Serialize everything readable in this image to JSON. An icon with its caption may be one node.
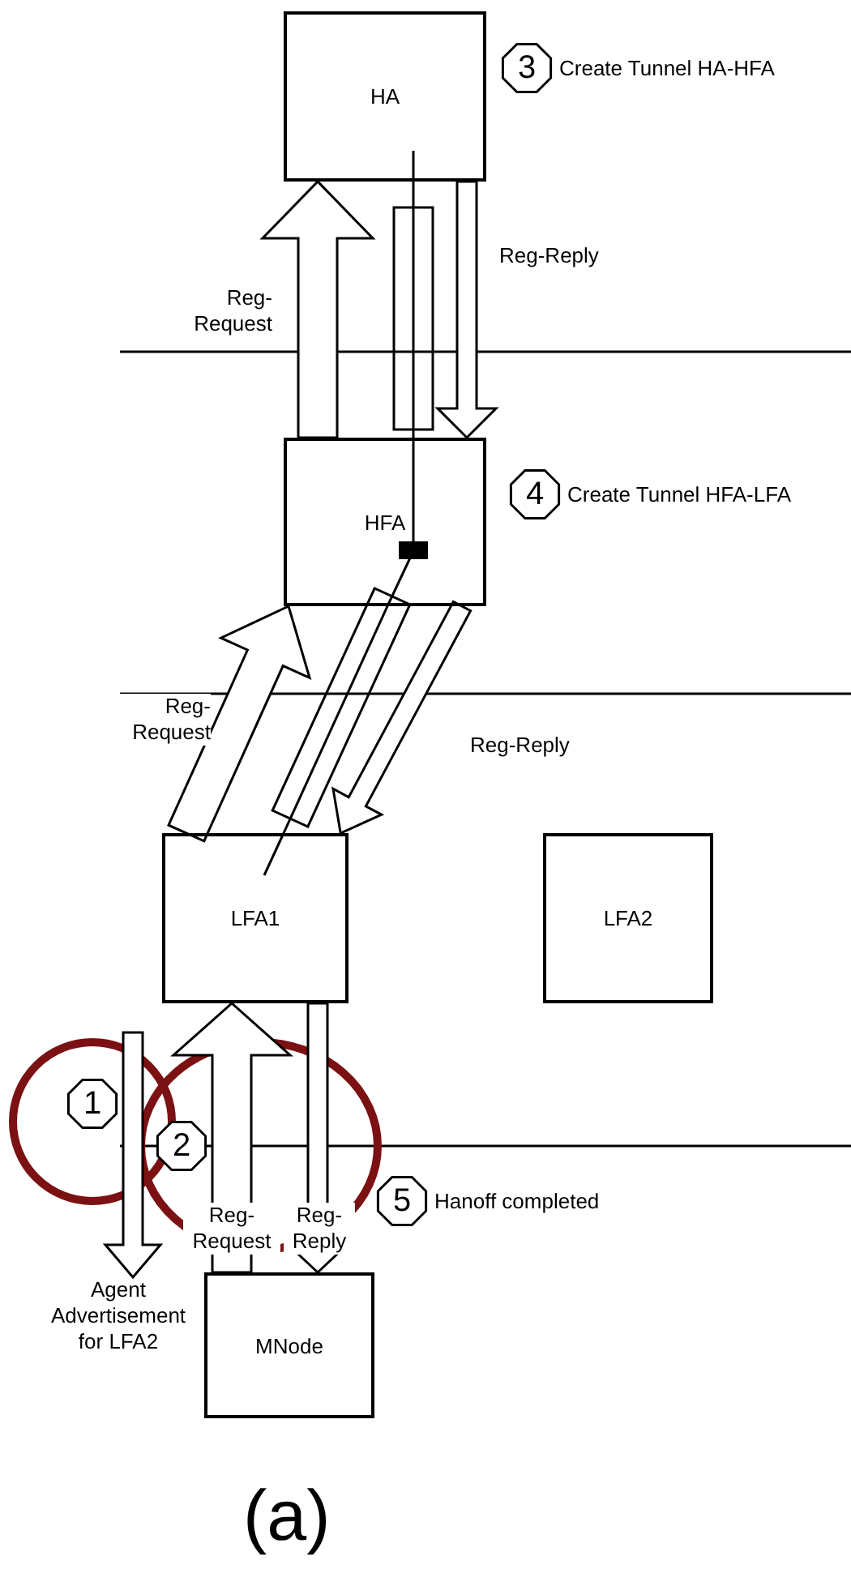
{
  "diagram": {
    "caption": "(a)",
    "nodes": [
      {
        "text": [
          "HA"
        ]
      },
      {
        "text": [
          "3"
        ],
        "beside": [
          "Create Tunnel HA-HFA"
        ]
      },
      {
        "text": [
          "HFA"
        ]
      },
      {
        "text": [
          "4"
        ],
        "beside": [
          "Create Tunnel HFA-LFA"
        ]
      },
      {
        "text": [
          "LFA1"
        ]
      },
      {
        "text": [
          "LFA2"
        ]
      },
      {
        "text": [
          "1"
        ]
      },
      {
        "text": [
          "2"
        ]
      },
      {
        "text": [
          "5"
        ],
        "beside": [
          "Hanoff completed"
        ]
      },
      {
        "text": [
          "Agent Advertisement for LFA2"
        ]
      },
      {
        "text": [
          "MNode"
        ]
      }
    ],
    "edges": [
      {
        "from": 2,
        "to": 0,
        "arrow": "to",
        "label": "Reg-Request"
      },
      {
        "from": 0,
        "to": 2,
        "arrow": "to",
        "label": "Reg-Reply"
      },
      {
        "from": 0,
        "to": 2,
        "arrow": "none"
      },
      {
        "from": 4,
        "to": 2,
        "arrow": "to",
        "label": "Reg-Request"
      },
      {
        "from": 2,
        "to": 4,
        "arrow": "to",
        "label": "Reg-Reply"
      },
      {
        "from": 2,
        "to": 4,
        "arrow": "none"
      },
      {
        "from": null,
        "to": 9,
        "arrow": "to"
      },
      {
        "from": 10,
        "to": 4,
        "arrow": "to",
        "label": "Reg-Request"
      },
      {
        "from": 4,
        "to": 10,
        "arrow": "to",
        "label": "Reg-Reply"
      }
    ]
  }
}
